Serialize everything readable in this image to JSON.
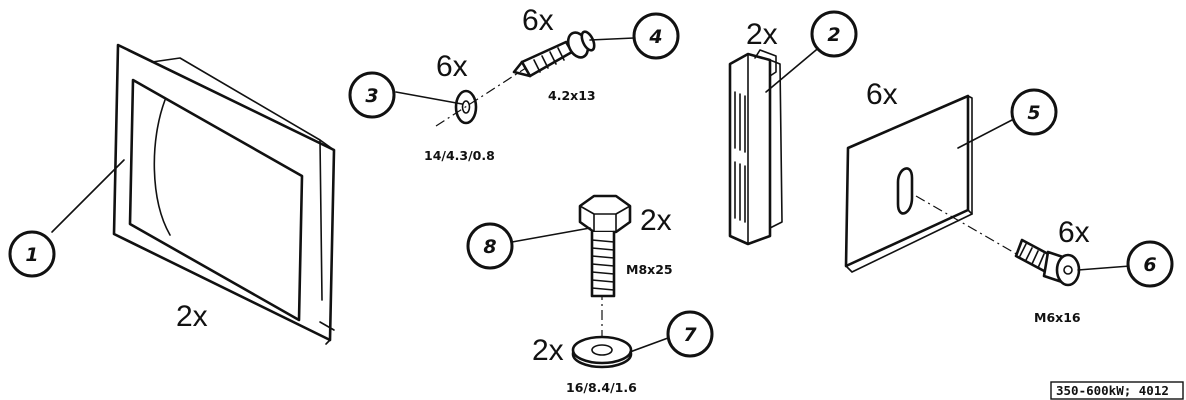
{
  "parts": [
    {
      "callout": "1",
      "quantity": "2x"
    },
    {
      "callout": "2",
      "quantity": "2x"
    },
    {
      "callout": "3",
      "quantity": "6x",
      "spec": "14/4.3/0.8"
    },
    {
      "callout": "4",
      "quantity": "6x",
      "spec": "4.2x13"
    },
    {
      "callout": "5",
      "quantity": "6x"
    },
    {
      "callout": "6",
      "quantity": "6x",
      "spec": "M6x16"
    },
    {
      "callout": "7",
      "quantity": "2x",
      "spec": "16/8.4/1.6"
    },
    {
      "callout": "8",
      "quantity": "2x",
      "spec": "M8x25"
    }
  ],
  "reference_code": "350-600kW; 4012"
}
